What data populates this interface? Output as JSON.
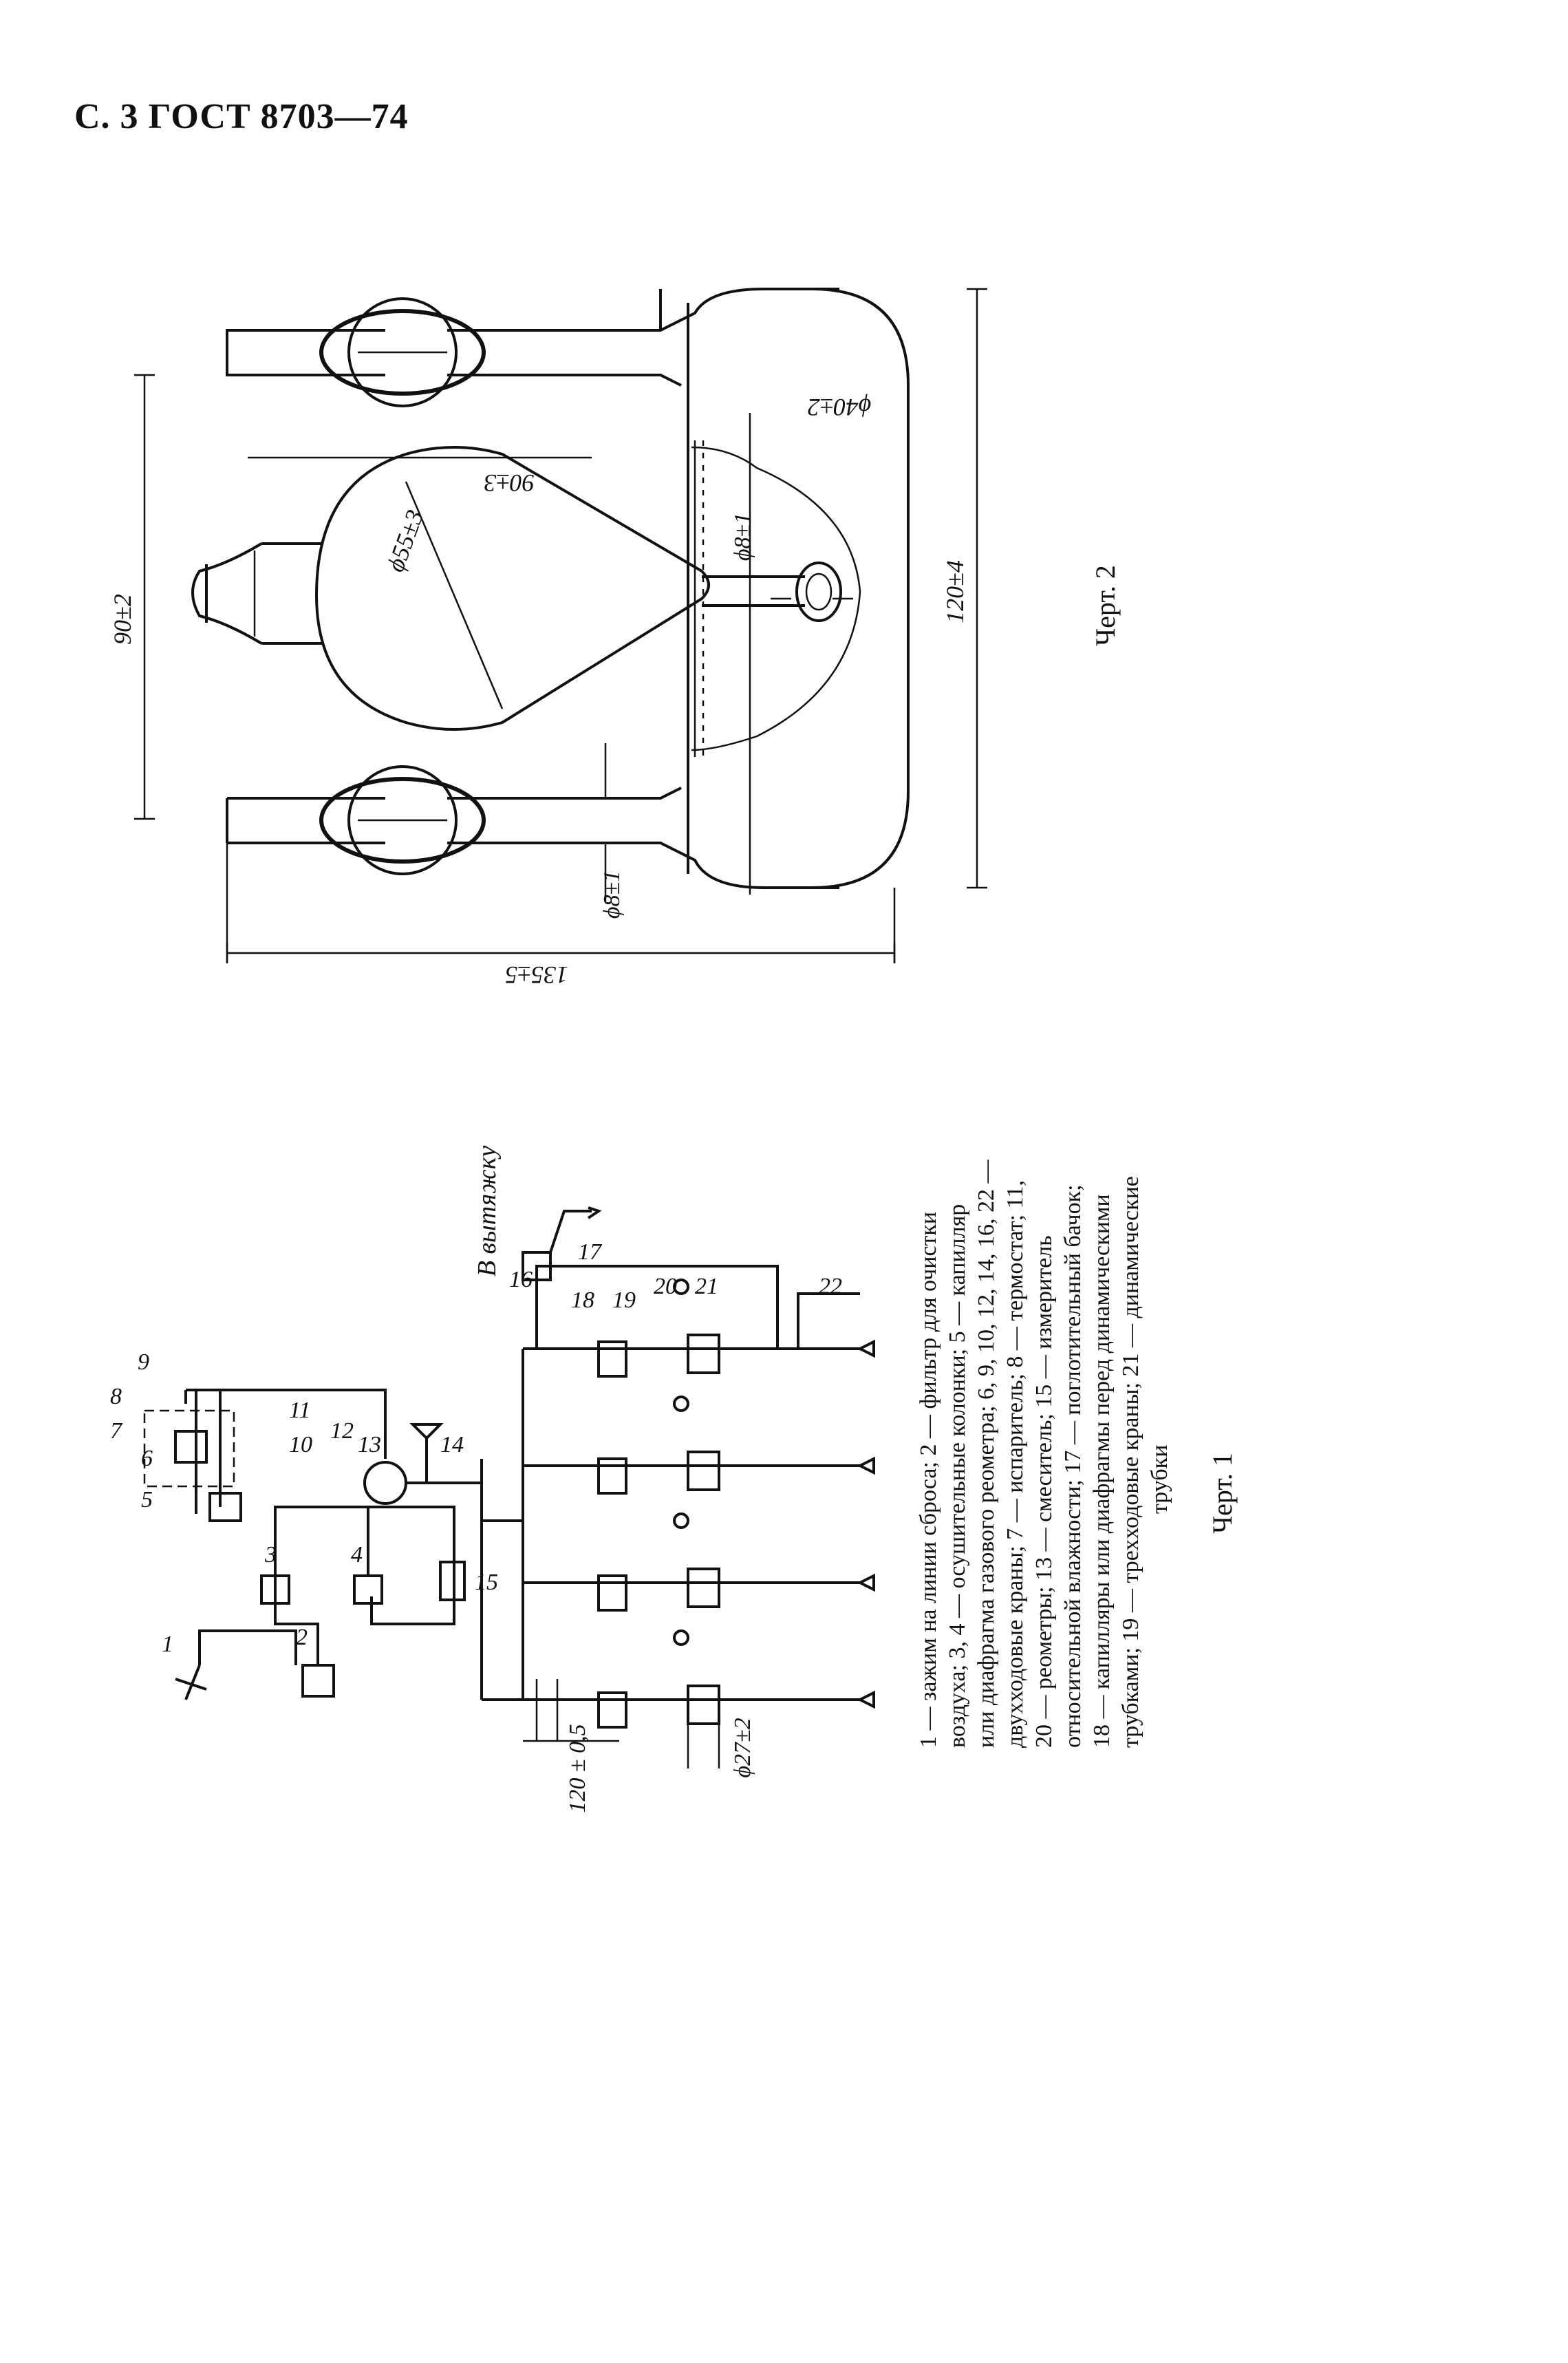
{
  "header": {
    "page_ref": "С. 3 ГОСТ 8703—74"
  },
  "fig2": {
    "caption": "Черт. 2",
    "dims": {
      "d90_2": "90±2",
      "d120_4": "120±4",
      "d135_5": "135±5",
      "d90_3": "90±3",
      "d55_3": "ϕ55±3",
      "d40_2": "ϕ40±2",
      "d8_1_inner": "ϕ8±1",
      "d8_1_outer": "ϕ8±1"
    }
  },
  "fig1": {
    "caption": "Черт. 1",
    "exhaust_label": "В вытяжку",
    "dims": {
      "d120_05": "120 ± 0,5",
      "d27_2": "ϕ27±2"
    },
    "numbers": [
      "1",
      "2",
      "3",
      "4",
      "5",
      "6",
      "7",
      "8",
      "9",
      "10",
      "11",
      "12",
      "13",
      "14",
      "15",
      "16",
      "17",
      "18",
      "19",
      "20",
      "21",
      "22"
    ],
    "legend": [
      "1 — зажим на линии сброса; 2 — фильтр для очистки",
      "воздуха; 3, 4 — осушительные колонки; 5 — капилляр",
      "или диафрагма газового реометра; 6, 9, 10, 12, 14, 16, 22 —",
      "двухходовые краны; 7 — испаритель; 8 — термостат; 11,",
      "20 — реометры; 13 — смеситель; 15 — измеритель",
      "относительной влажности; 17 — поглотительный бачок;",
      "18 — капилляры или диафрагмы перед динамическими",
      "трубками; 19 — трехходовые краны; 21 — динамические",
      "трубки"
    ]
  }
}
